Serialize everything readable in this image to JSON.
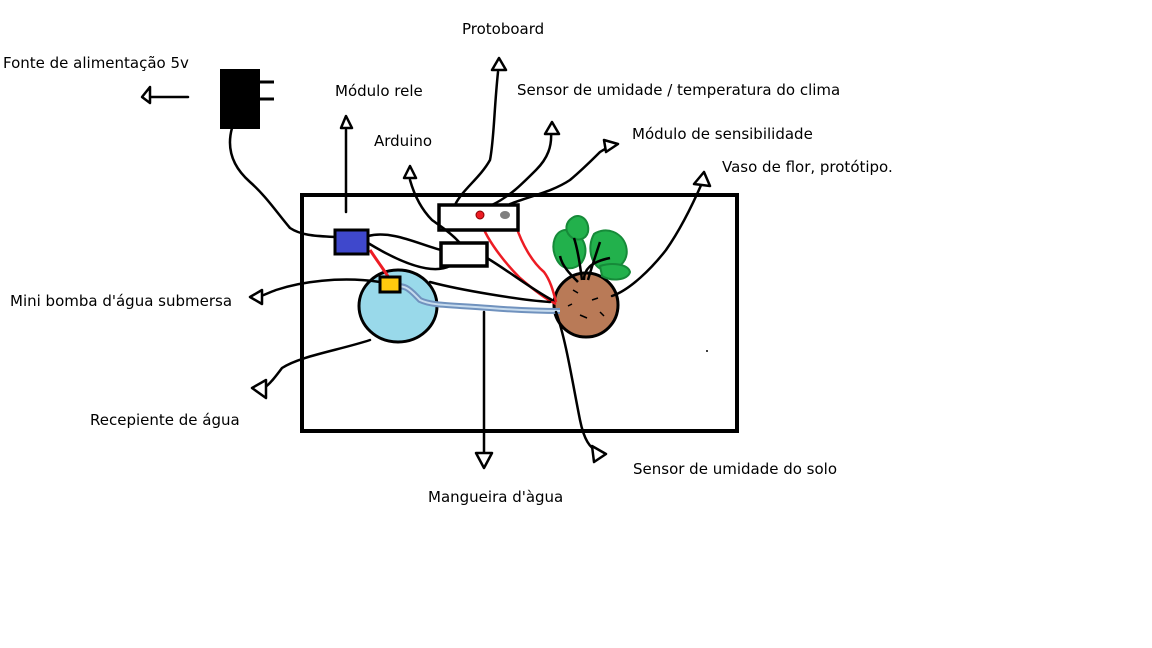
{
  "labels": {
    "power_supply": "Fonte de alimentação 5v",
    "protoboard": "Protoboard",
    "relay_module": "Módulo rele",
    "climate_sensor": "Sensor de umidade / temperatura do clima",
    "arduino": "Arduino",
    "sensitivity_module": "Módulo de sensibilidade",
    "flower_pot": "Vaso de flor, protótipo.",
    "mini_pump": "Mini bomba d'água submersa",
    "water_container": "Recepiente de água",
    "water_hose": "Mangueira d'àgua",
    "soil_sensor": "Sensor de umidade do solo"
  },
  "colors": {
    "outline": "#000000",
    "relay_module": "#3f48cc",
    "mini_pump": "#ffc90e",
    "water": "#99d9ea",
    "hose": "#7092be",
    "soil": "#b97a57",
    "plant": "#22b14c",
    "wire_red": "#ed1c24",
    "sensor_gray": "#7f7f7f"
  }
}
